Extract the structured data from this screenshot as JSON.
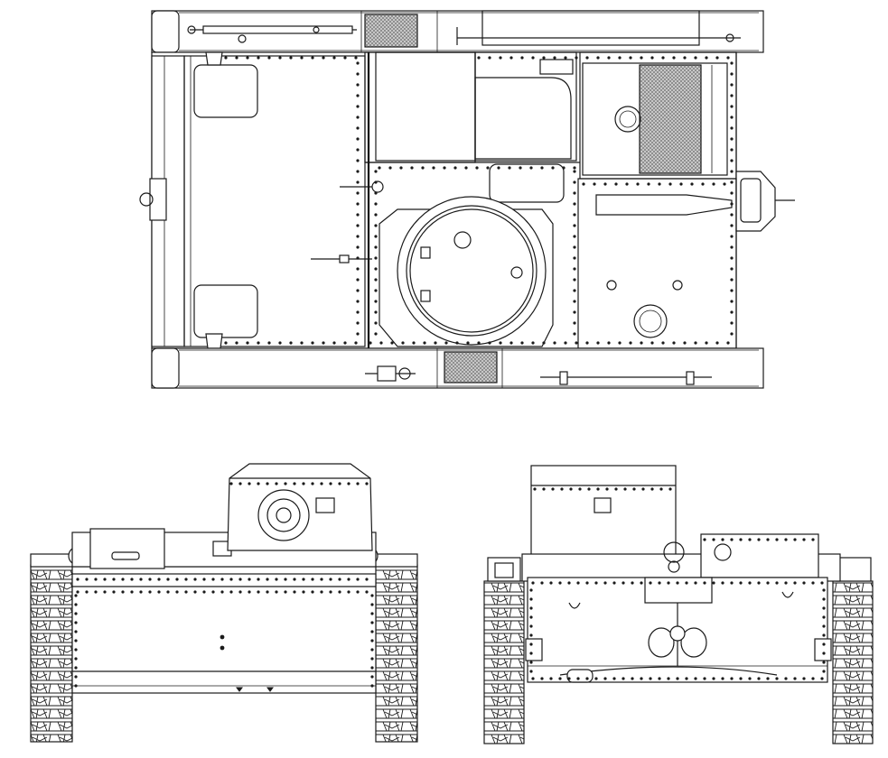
{
  "drawing": {
    "views": [
      {
        "id": "top-view"
      },
      {
        "id": "front-view"
      },
      {
        "id": "rear-view"
      }
    ],
    "colors": {
      "line": "#1a1a1a",
      "background": "#ffffff",
      "mesh": "#8a8a8a"
    },
    "icons": [
      "rivet",
      "hatch",
      "grille",
      "track",
      "towing-hook",
      "periscope"
    ]
  }
}
